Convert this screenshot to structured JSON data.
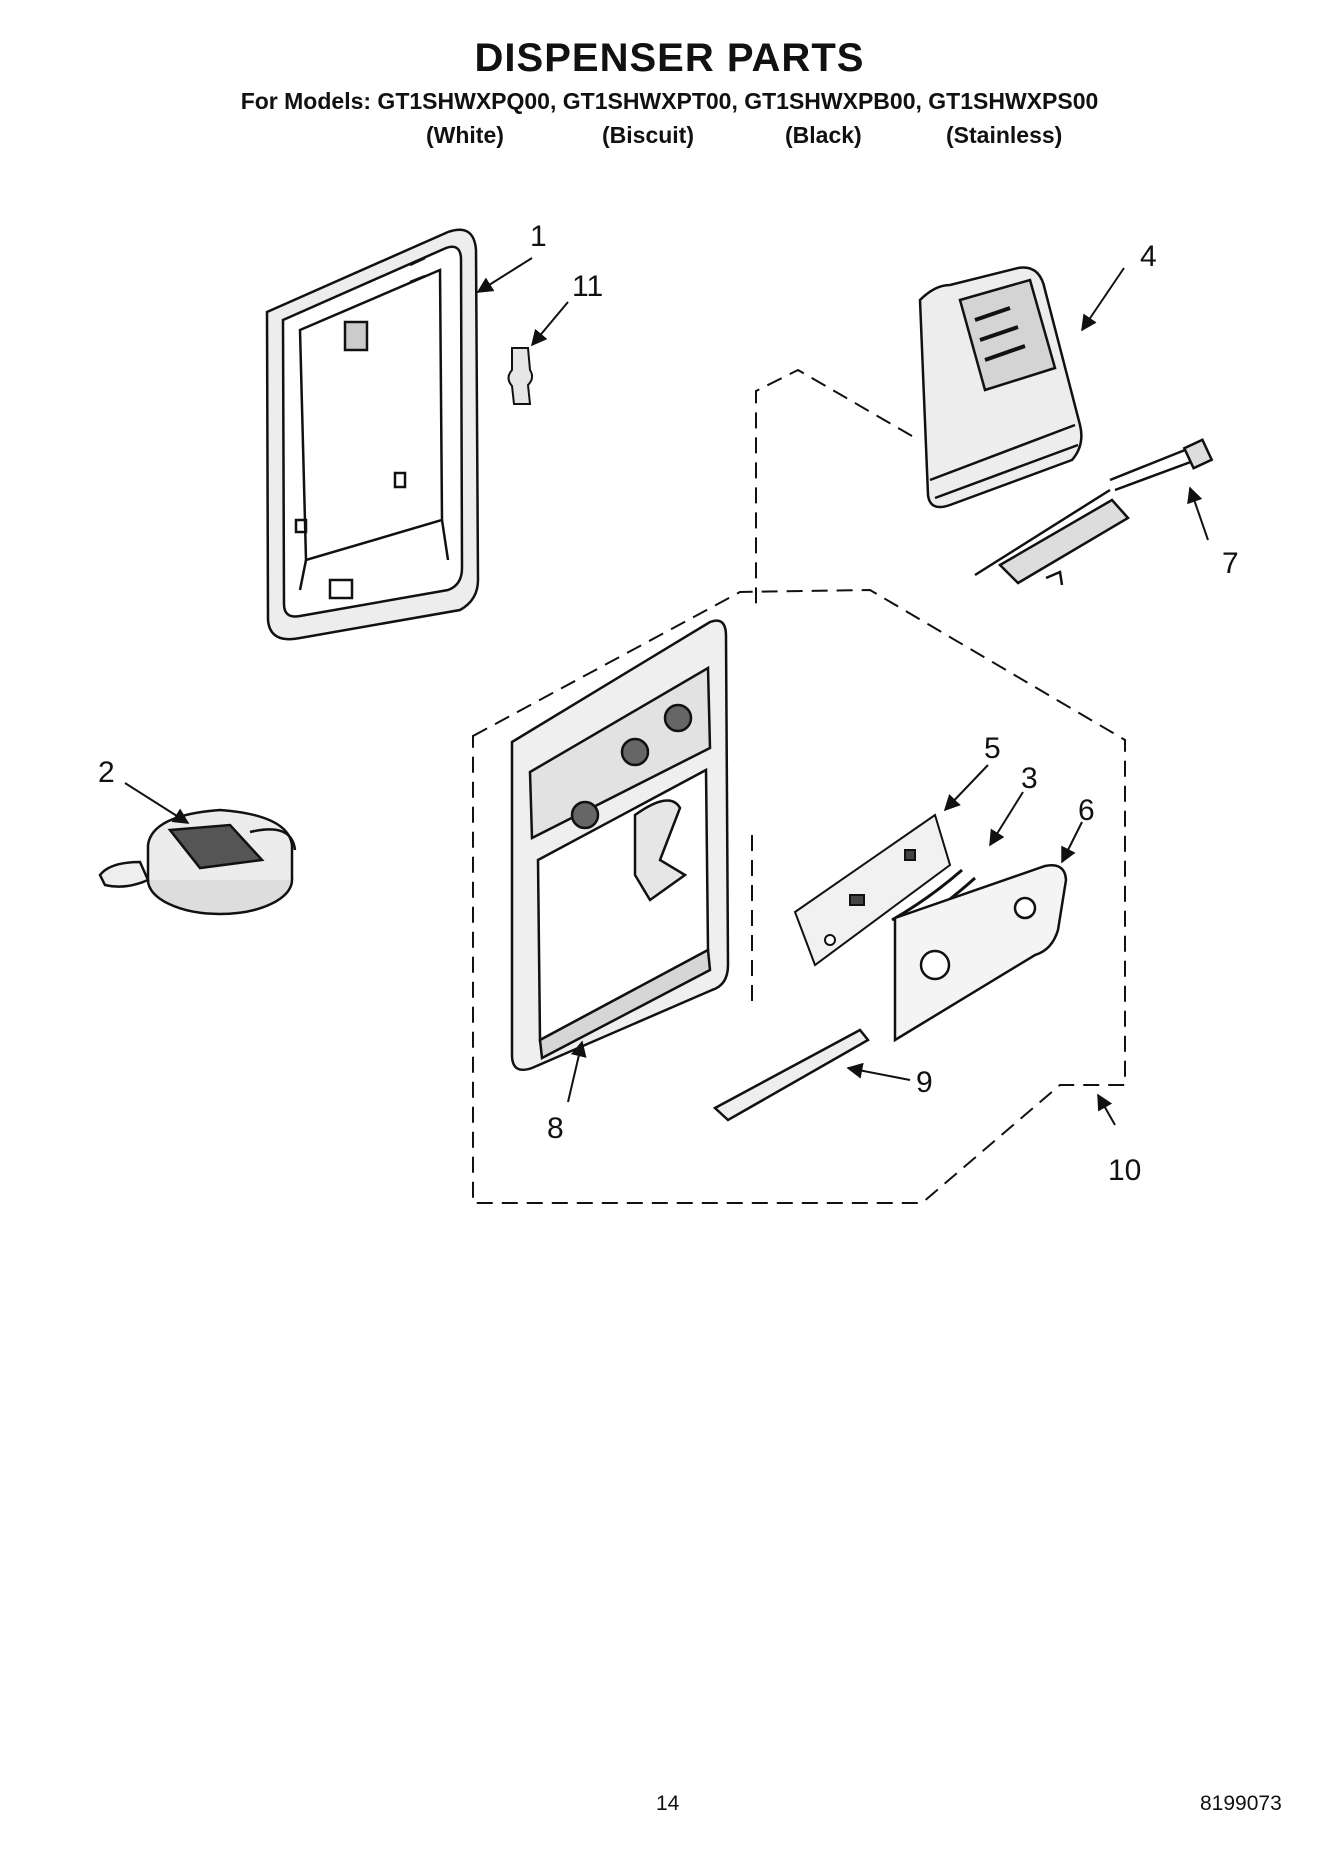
{
  "header": {
    "title": "DISPENSER PARTS",
    "models_line": "For Models: GT1SHWXPQ00, GT1SHWXPT00, GT1SHWXPB00, GT1SHWXPS00",
    "finishes": [
      "(White)",
      "(Biscuit)",
      "(Black)",
      "(Stainless)"
    ]
  },
  "callouts": {
    "c1": "1",
    "c2": "2",
    "c3": "3",
    "c4": "4",
    "c5": "5",
    "c6": "6",
    "c7": "7",
    "c8": "8",
    "c9": "9",
    "c10": "10",
    "c11": "11"
  },
  "footer": {
    "page_number": "14",
    "doc_number": "8199073"
  }
}
